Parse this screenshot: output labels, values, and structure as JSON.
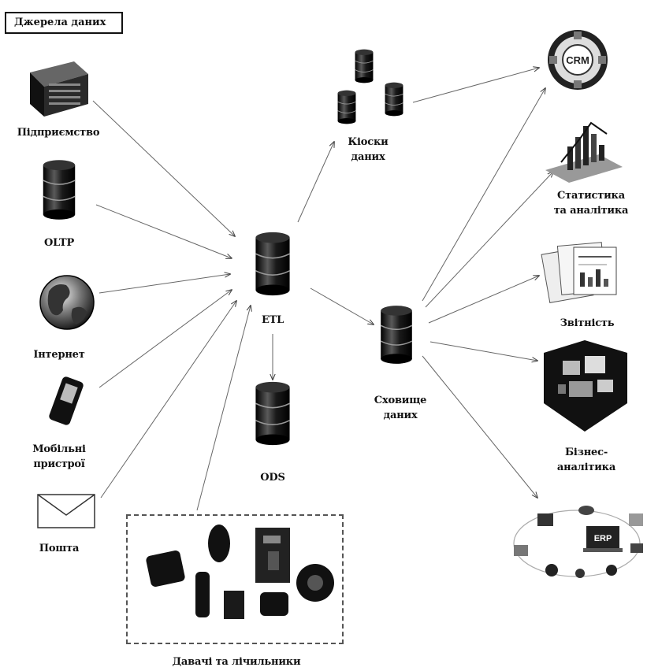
{
  "title": "Джерела даних",
  "sources": {
    "enterprise": "Підприємство",
    "oltp": "OLTP",
    "internet": "Інтернет",
    "mobile_line1": "Мобільні",
    "mobile_line2": "пристрої",
    "mail": "Пошта",
    "sensors": "Давачі та лічильники"
  },
  "middle": {
    "etl": "ETL",
    "ods": "ODS",
    "kiosks_line1": "Кіоски",
    "kiosks_line2": "даних",
    "warehouse_line1": "Сховище",
    "warehouse_line2": "даних"
  },
  "targets": {
    "crm": "CRM",
    "stats_line1": "Статистика",
    "stats_line2": "та аналітика",
    "reports": "Звітність",
    "bi_line1": "Бізнес-",
    "bi_line2": "аналітика",
    "erp": "ERP"
  }
}
